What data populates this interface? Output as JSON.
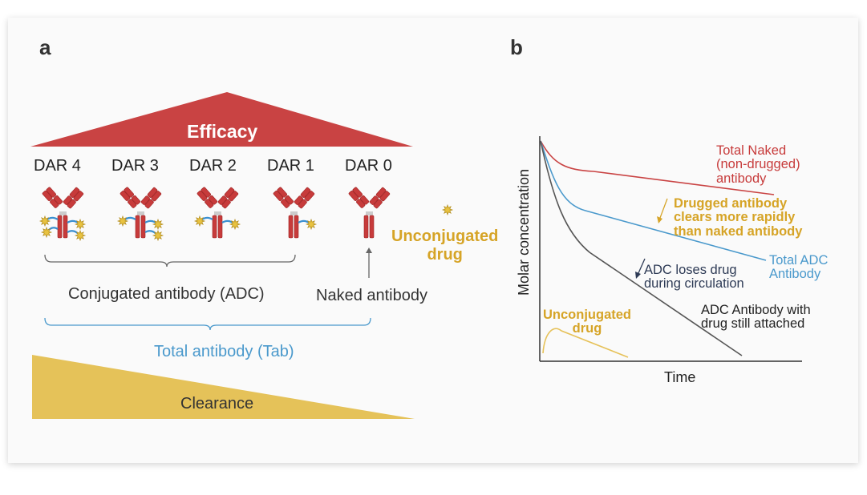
{
  "panel_a": {
    "label": "a",
    "efficacy": "Efficacy",
    "dar": [
      "DAR 4",
      "DAR 3",
      "DAR 2",
      "DAR 1",
      "DAR 0"
    ],
    "drug_counts": [
      4,
      3,
      2,
      1,
      0
    ],
    "unconjugated": "Unconjugated\ndrug",
    "conjugated": "Conjugated antibody (ADC)",
    "naked": "Naked antibody",
    "total": "Total antibody (Tab)",
    "clearance": "Clearance"
  },
  "panel_b": {
    "label": "b",
    "ylabel": "Molar concentration",
    "xlabel": "Time",
    "labels": {
      "total_naked": "Total Naked\n(non-drugged)\nantibody",
      "drugged_clears": "Drugged antibody\nclears more rapidly\nthan naked antibody",
      "total_adc": "Total ADC\nAntibody",
      "adc_loses": "ADC loses drug\nduring circulation",
      "adc_attached": "ADC Antibody with\ndrug still attached",
      "unconjugated": "Unconjugated\ndrug"
    }
  },
  "colors": {
    "red": "#c73b3b",
    "yellow": "#e6c158",
    "blue": "#4a99cc",
    "dark": "#555555",
    "navy": "#2d3a55"
  }
}
